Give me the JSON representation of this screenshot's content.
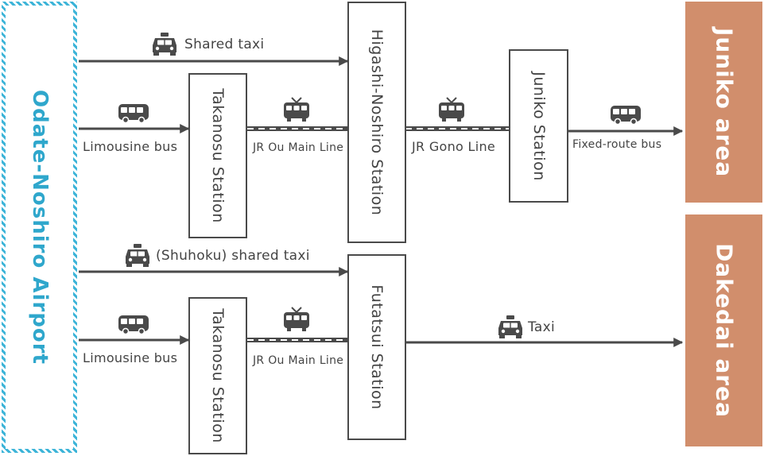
{
  "origin": {
    "label": "Odate-Noshiro Airport"
  },
  "destinations": {
    "juniko": "Juniko area",
    "dakedai": "Dakedai area"
  },
  "stations": {
    "takanosu_upper": "Takanosu Station",
    "higashi_noshiro": "Higashi-Noshiro Station",
    "juniko": "Juniko Station",
    "takanosu_lower": "Takanosu Station",
    "futatsui": "Futatsui Station"
  },
  "routes": {
    "shared_taxi": "Shared taxi",
    "limousine_bus_upper": "Limousine bus",
    "jr_ou_upper": "JR Ou Main Line",
    "jr_gono": "JR Gono Line",
    "fixed_route_bus": "Fixed-route bus",
    "shuhoku_taxi": "(Shuhoku) shared taxi",
    "limousine_bus_lower": "Limousine bus",
    "jr_ou_lower": "JR Ou Main Line",
    "taxi": "Taxi"
  },
  "icons": [
    "taxi-icon",
    "bus-icon",
    "train-icon"
  ],
  "colors": {
    "airport": "#2fa7cc",
    "area": "#d18e6c",
    "line": "#4a4a4a",
    "icon": "#4a4a4a"
  }
}
